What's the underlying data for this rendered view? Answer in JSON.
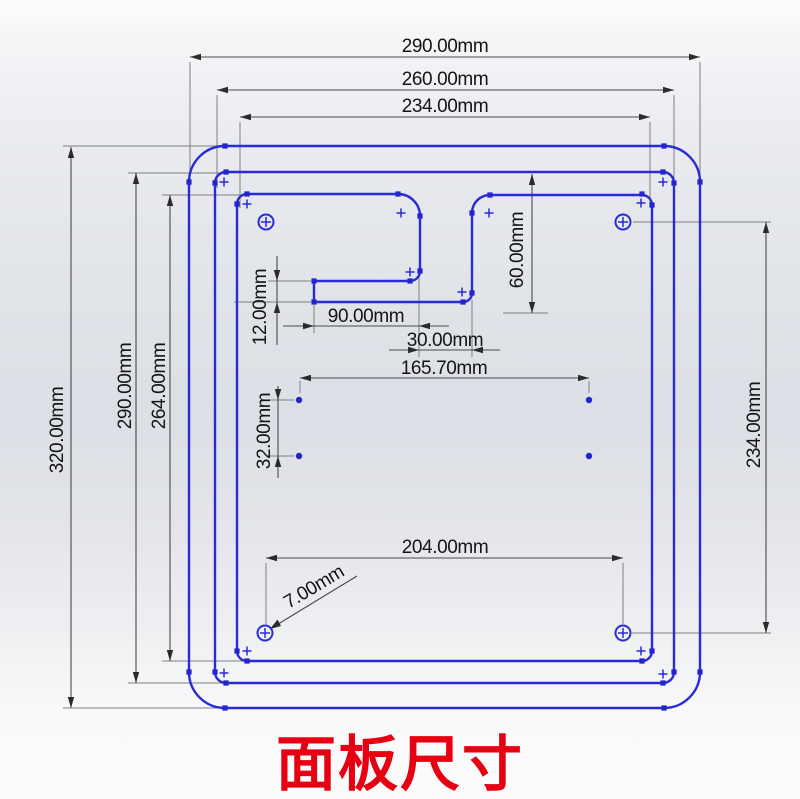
{
  "title": {
    "label": "面板尺寸"
  },
  "colors": {
    "outline_blue": "#2a2ad6",
    "dimension_gray": "#4a4a4a",
    "title_red": "#e60012",
    "background": "#dfe2e7"
  },
  "dims": {
    "outer_width": "290.00mm",
    "mid_width": "260.00mm",
    "inner_width": "234.00mm",
    "outer_height": "320.00mm",
    "mid_height": "290.00mm",
    "inner_height": "264.00mm",
    "hole_span_vertical": "234.00mm",
    "slot_height": "12.00mm",
    "slot_width": "90.00mm",
    "notch_width": "30.00mm",
    "notch_height": "60.00mm",
    "stud_span_width": "165.70mm",
    "stud_span_height": "32.00mm",
    "hole_span_width": "204.00mm",
    "hole_diameter": "7.00mm"
  }
}
